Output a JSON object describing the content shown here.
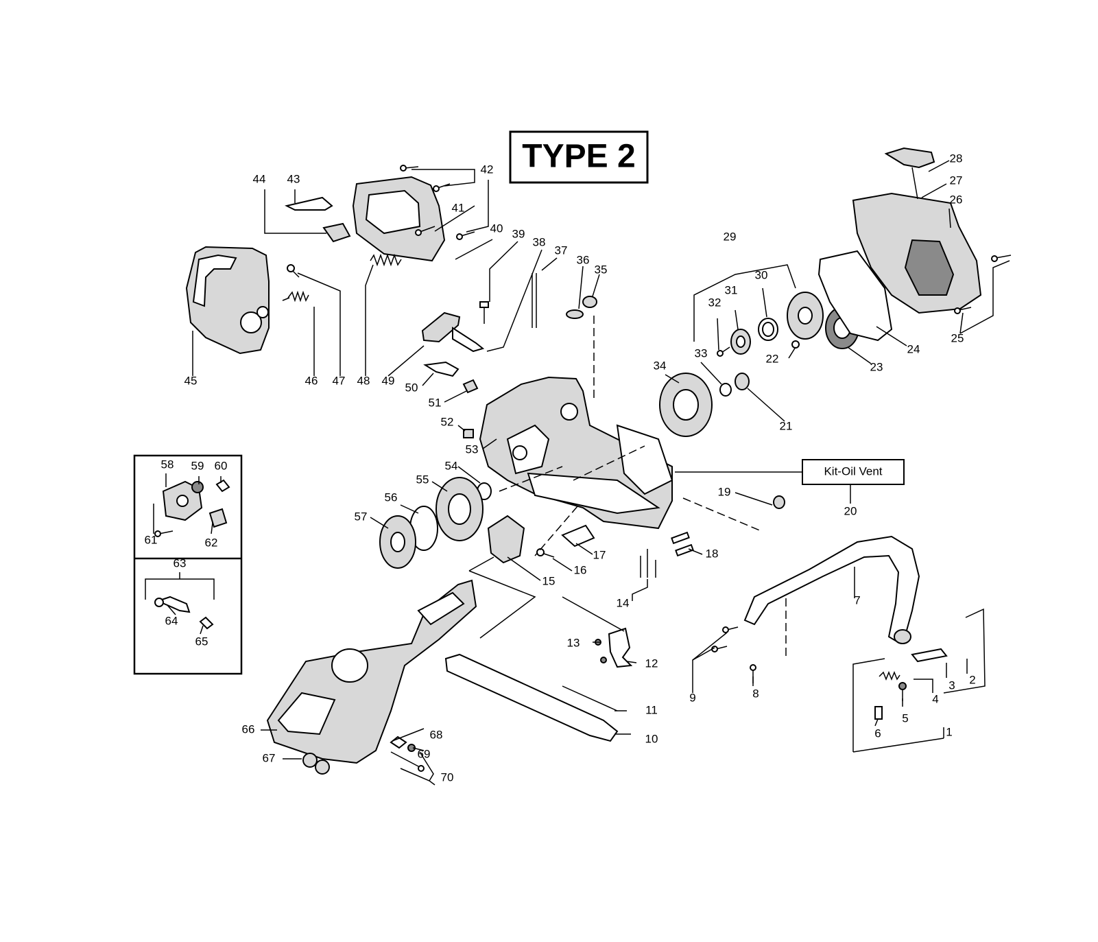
{
  "title": "TYPE 2",
  "kit_label": "Kit-Oil Vent",
  "parts": [
    "1",
    "2",
    "3",
    "4",
    "5",
    "6",
    "7",
    "8",
    "9",
    "10",
    "11",
    "12",
    "13",
    "14",
    "15",
    "16",
    "17",
    "18",
    "19",
    "20",
    "21",
    "22",
    "23",
    "24",
    "25",
    "26",
    "27",
    "28",
    "29",
    "30",
    "31",
    "32",
    "33",
    "34",
    "35",
    "36",
    "37",
    "38",
    "39",
    "40",
    "41",
    "42",
    "43",
    "44",
    "45",
    "46",
    "47",
    "48",
    "49",
    "50",
    "51",
    "52",
    "53",
    "54",
    "55",
    "56",
    "57",
    "58",
    "59",
    "60",
    "61",
    "62",
    "63",
    "64",
    "65",
    "66",
    "67",
    "68",
    "69",
    "70"
  ]
}
